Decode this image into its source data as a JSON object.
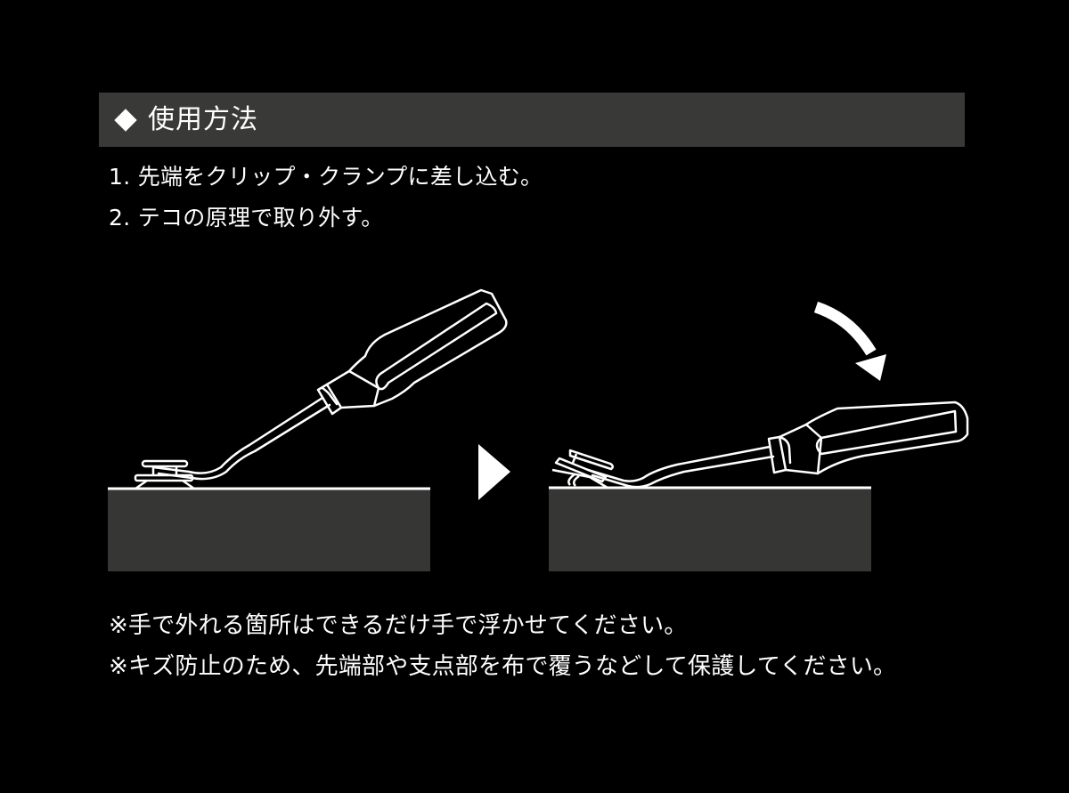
{
  "header": {
    "icon": "diamond-bullet",
    "title": "使用方法"
  },
  "steps": [
    "1. 先端をクリップ・クランプに差し込む。",
    "2. テコの原理で取り外す。"
  ],
  "illustration": {
    "step1": {
      "label": "insert-tip-under-clip",
      "icon": "pry-tool-inserted"
    },
    "separator": {
      "icon": "triangle-right-arrow"
    },
    "step2": {
      "label": "lever-tool-down",
      "icon": "curved-arrow-down"
    }
  },
  "notes": [
    "※手で外れる箇所はできるだけ手で浮かせてください。",
    "※キズ防止のため、先端部や支点部を布で覆うなどして保護してください。"
  ],
  "colors": {
    "background": "#000000",
    "header_bar": "#393937",
    "surface_block": "#363634",
    "text": "#ffffff"
  }
}
